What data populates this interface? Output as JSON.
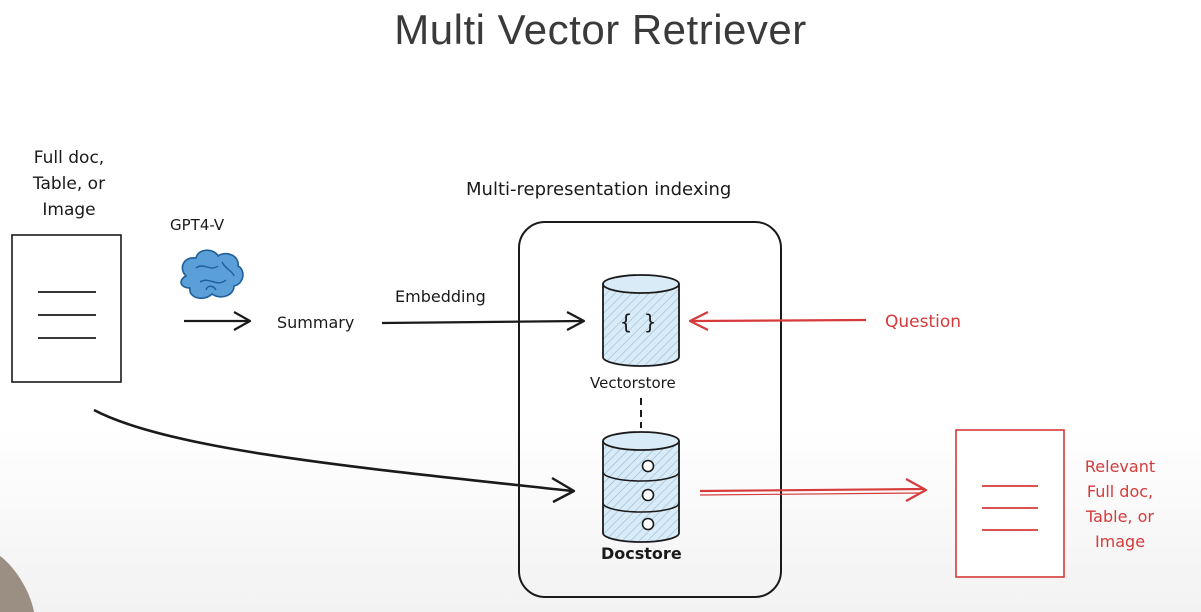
{
  "title": "Multi Vector Retriever",
  "input": {
    "label_lines": [
      "Full doc,",
      "Table, or",
      "Image"
    ]
  },
  "model": {
    "label": "GPT4-V"
  },
  "summary": {
    "label": "Summary"
  },
  "embedding": {
    "label": "Embedding"
  },
  "indexing": {
    "label": "Multi-representation indexing"
  },
  "vectorstore": {
    "label": "Vectorstore",
    "glyph": "{ }"
  },
  "docstore": {
    "label": "Docstore"
  },
  "question": {
    "label": "Question"
  },
  "output": {
    "label_lines": [
      "Relevant",
      "Full doc,",
      "Table, or",
      "Image"
    ]
  },
  "colors": {
    "ink": "#1a1a1a",
    "red": "#d63a3a",
    "db_fill": "#cfe4f1",
    "brain": "#3d86c6"
  }
}
